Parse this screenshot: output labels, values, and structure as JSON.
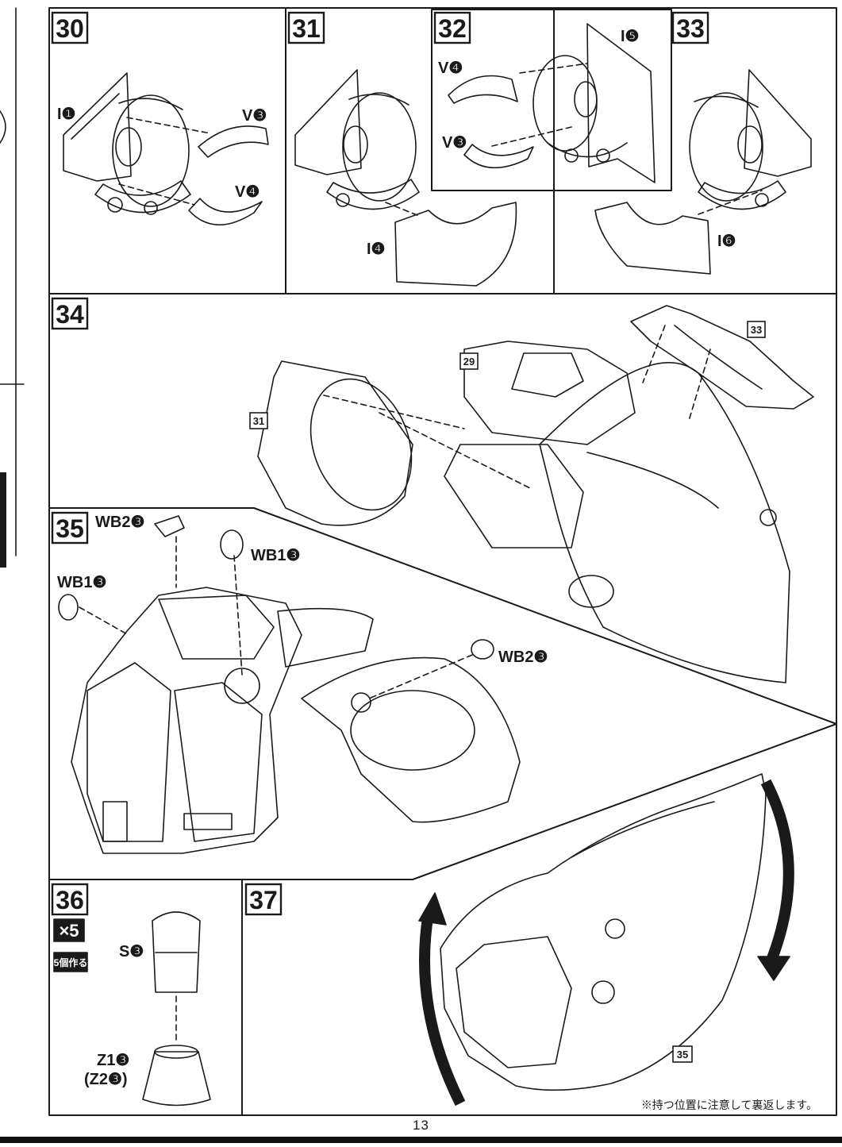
{
  "page": {
    "number": "13"
  },
  "steps": [
    {
      "id": "30",
      "number": "30",
      "parts": [
        "I❶",
        "V❸",
        "V❹"
      ]
    },
    {
      "id": "31",
      "number": "31",
      "parts": [
        "I❹"
      ]
    },
    {
      "id": "32",
      "number": "32",
      "parts": [
        "V❹",
        "I❺",
        "V❸"
      ]
    },
    {
      "id": "33",
      "number": "33",
      "parts": [
        "I❻"
      ]
    },
    {
      "id": "34",
      "number": "34",
      "refs": [
        "33",
        "29",
        "31"
      ]
    },
    {
      "id": "35",
      "number": "35",
      "parts": [
        "WB2❸",
        "WB1❸",
        "WB1❸",
        "WB2❸"
      ]
    },
    {
      "id": "36",
      "number": "36",
      "multiplier": "×5",
      "multiplier_note": "5個作る",
      "parts": [
        "S❸",
        "Z1❸",
        "(Z2❸)"
      ]
    },
    {
      "id": "37",
      "number": "37",
      "refs": [
        "35"
      ],
      "note": "※持つ位置に注意して裏返します。"
    }
  ],
  "colors": {
    "ink": "#1a1a1a",
    "paper": "#ffffff",
    "badge": "#1a1a1a"
  }
}
